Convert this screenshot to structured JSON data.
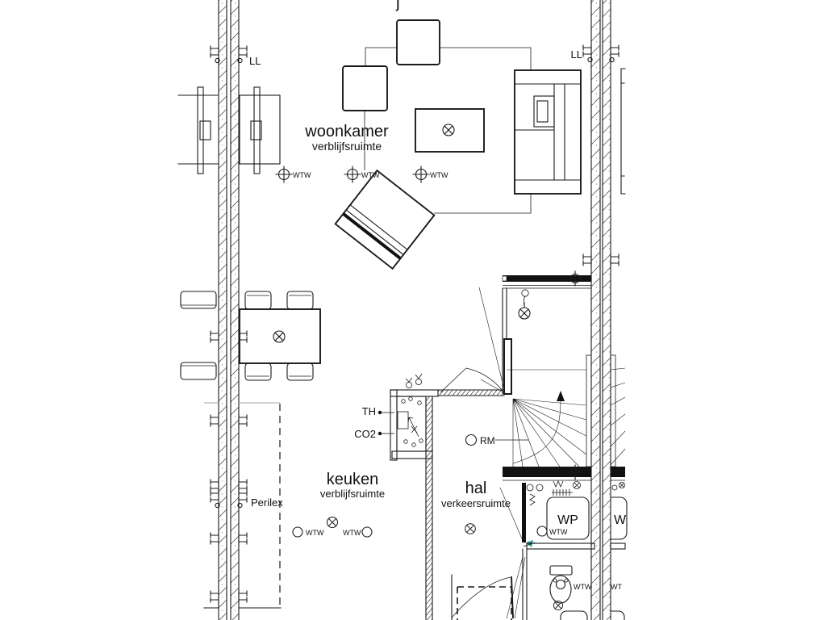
{
  "document": {
    "kind": "architectural floor plan (plattegrond begane grond)"
  },
  "rooms": {
    "woonkamer": {
      "name": "woonkamer",
      "subtitle": "verblijfsruimte"
    },
    "keuken": {
      "name": "keuken",
      "subtitle": "verblijfsruimte"
    },
    "hal": {
      "name": "hal",
      "subtitle": "verkeersruimte"
    }
  },
  "labels": {
    "ll": "LL",
    "wtw": "WTW",
    "wtw_cut": "WT",
    "th": "TH",
    "co2": "CO2",
    "rm": "RM",
    "perilex": "Perilex",
    "wp": "WP",
    "wp_cut": "W",
    "top_edge_cut": "j"
  },
  "colors": {
    "line": "#1a1a1a",
    "teal_mark": "#2aa198",
    "background": "#ffffff"
  }
}
